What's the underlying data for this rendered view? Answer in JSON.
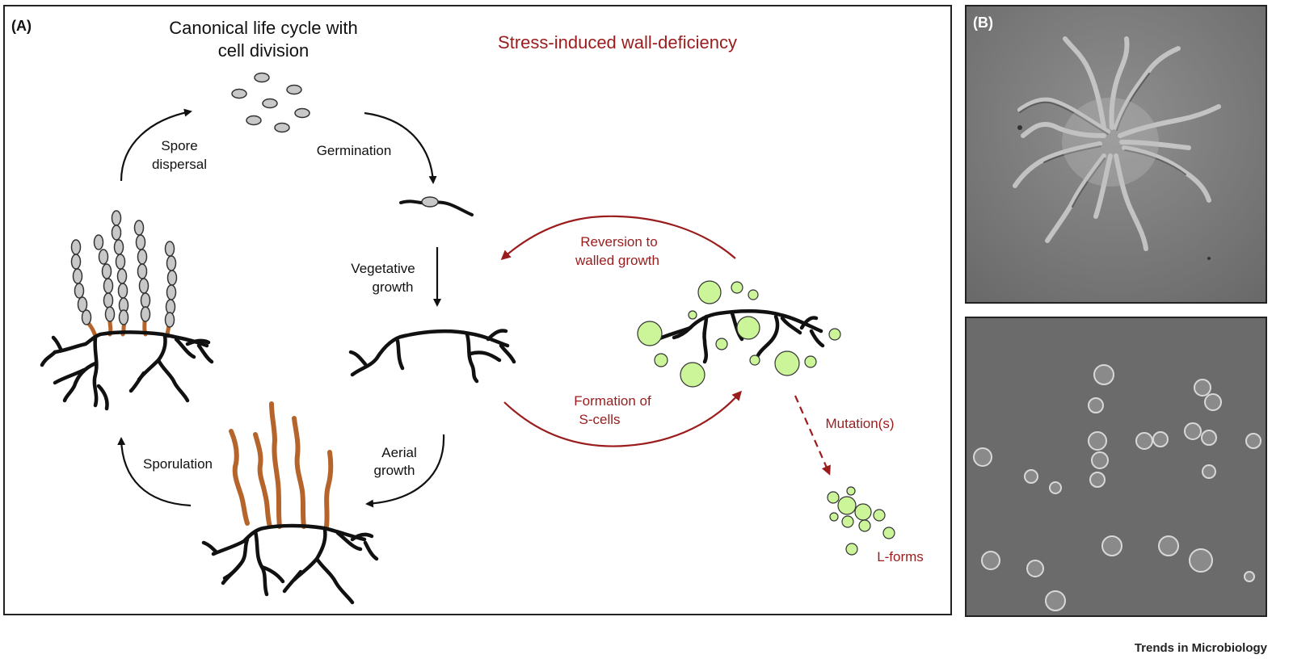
{
  "panels": {
    "a_label": "(A)",
    "b_label": "(B)"
  },
  "titles": {
    "canonical_line1": "Canonical life cycle with",
    "canonical_line2": "cell division",
    "stress": "Stress-induced wall-deficiency"
  },
  "labels": {
    "spore_dispersal_1": "Spore",
    "spore_dispersal_2": "dispersal",
    "germination": "Germination",
    "vegetative_1": "Vegetative",
    "vegetative_2": "growth",
    "sporulation": "Sporulation",
    "aerial_1": "Aerial",
    "aerial_2": "growth",
    "reversion_1": "Reversion to",
    "reversion_2": "walled growth",
    "formation_1": "Formation of",
    "formation_2": "S-cells",
    "mutation": "Mutation(s)",
    "lforms": "L-forms"
  },
  "footer": "Trends in Microbiology",
  "colors": {
    "black": "#111111",
    "red": "#9b1c1c",
    "brown": "#b5652b",
    "spore_gray": "#c8c8c8",
    "green": "#ccf59a"
  }
}
